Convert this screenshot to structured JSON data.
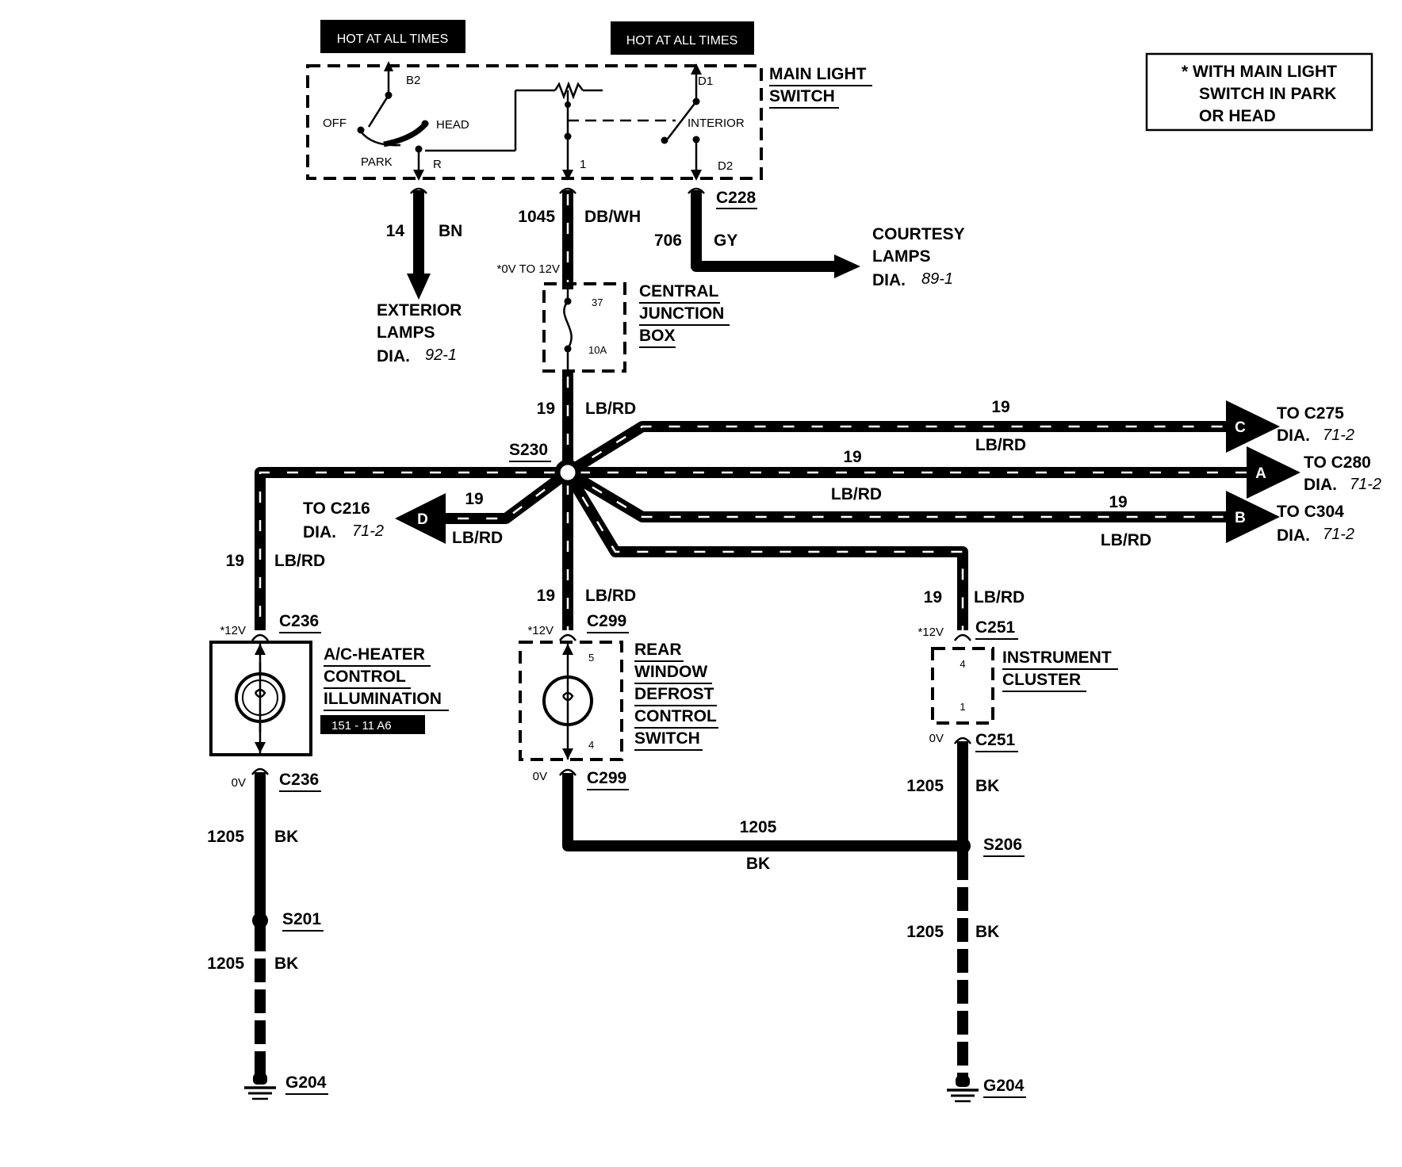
{
  "hot_labels": [
    "HOT AT ALL TIMES",
    "HOT AT ALL TIMES"
  ],
  "note": [
    "* WITH MAIN LIGHT",
    "SWITCH IN PARK",
    "OR HEAD"
  ],
  "main_switch": {
    "name": [
      "MAIN LIGHT",
      "SWITCH"
    ],
    "terminals": {
      "b2": "B2",
      "d1": "D1",
      "r": "R",
      "one": "1",
      "d2": "D2"
    },
    "positions": {
      "off": "OFF",
      "head": "HEAD",
      "park": "PARK",
      "interior": "INTERIOR"
    },
    "connector": "C228"
  },
  "wires_top": {
    "w14": {
      "num": "14",
      "color": "BN"
    },
    "w1045": {
      "num": "1045",
      "color": "DB/WH"
    },
    "w706": {
      "num": "706",
      "color": "GY"
    },
    "voltage": "*0V TO 12V"
  },
  "exterior": {
    "line1": "EXTERIOR",
    "line2": "LAMPS",
    "dia": "DIA.",
    "ref": "92-1"
  },
  "courtesy": {
    "line1": "COURTESY",
    "line2": "LAMPS",
    "dia": "DIA.",
    "ref": "89-1"
  },
  "cjb": {
    "lines": [
      "CENTRAL",
      "JUNCTION",
      "BOX"
    ],
    "pin": "37",
    "fuse": "10A"
  },
  "splice": "S230",
  "lb": {
    "num": "19",
    "color": "LB/RD"
  },
  "to_c275": {
    "letter": "C",
    "to": "TO C275",
    "dia": "DIA.",
    "ref": "71-2"
  },
  "to_c280": {
    "letter": "A",
    "to": "TO C280",
    "dia": "DIA.",
    "ref": "71-2"
  },
  "to_c304": {
    "letter": "B",
    "to": "TO C304",
    "dia": "DIA.",
    "ref": "71-2"
  },
  "to_c216": {
    "letter": "D",
    "to": "TO C216",
    "dia": "DIA.",
    "ref": "71-2"
  },
  "ac": {
    "conn": "C236",
    "v12": "*12V",
    "v0": "0V",
    "lines": [
      "A/C-HEATER",
      "CONTROL",
      "ILLUMINATION"
    ],
    "ref_box": "151 - 11 A6"
  },
  "rear": {
    "conn": "C299",
    "v12": "*12V",
    "v0": "0V",
    "pin_top": "5",
    "pin_bot": "4",
    "lines": [
      "REAR",
      "WINDOW",
      "DEFROST",
      "CONTROL",
      "SWITCH"
    ]
  },
  "ic": {
    "conn": "C251",
    "v12": "*12V",
    "v0": "0V",
    "pin_top": "4",
    "pin_bot": "1",
    "lines": [
      "INSTRUMENT",
      "CLUSTER"
    ]
  },
  "bk": {
    "num": "1205",
    "color": "BK"
  },
  "splices_gnd": {
    "s201": "S201",
    "s206": "S206"
  },
  "ground": "G204"
}
